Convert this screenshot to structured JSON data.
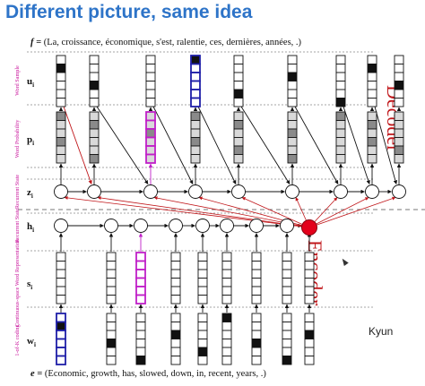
{
  "slide": {
    "title": "Different picture, same idea",
    "footnote": "Kyun"
  },
  "target_sentence": {
    "prefix": "f = ",
    "text": "(La, croissance, économique, s'est, ralentie, ces, dernières, années, .)"
  },
  "source_sentence": {
    "prefix": "e = ",
    "text": "(Economic, growth, has, slowed, down, in, recent, years, .)"
  },
  "sections": {
    "decoder": "Decoder",
    "encoder": "Encoder"
  },
  "rows": [
    {
      "id": "u",
      "symbol": "u",
      "sub": "i",
      "label": "Word Sample"
    },
    {
      "id": "p",
      "symbol": "p",
      "sub": "i",
      "label": "Word Probability"
    },
    {
      "id": "z",
      "symbol": "z",
      "sub": "i",
      "label": "Recurrent State"
    },
    {
      "id": "h",
      "symbol": "h",
      "sub": "i",
      "label": "Recurrent State"
    },
    {
      "id": "s",
      "symbol": "s",
      "sub": "i",
      "label": "Continuous-space Word Representation"
    },
    {
      "id": "w",
      "symbol": "w",
      "sub": "i",
      "label": "1-of-K coding"
    }
  ],
  "colors": {
    "title": "#2e74c8",
    "section_label": "#c0161a",
    "row_label": "#c8109a",
    "encoder_summary": "#e3001b",
    "highlight_blue": "#1f1fa8",
    "highlight_magenta": "#c020c8",
    "attention_arrow": "#c0161a",
    "ink": "#111111"
  },
  "decoder_steps": [
    {
      "u_filled": 1,
      "p_shades": [
        "dark",
        "light",
        "light",
        "dark",
        "light",
        "light"
      ]
    },
    {
      "u_filled": 3,
      "p_shades": [
        "light",
        "dark",
        "light",
        "light",
        "light",
        "dark"
      ]
    },
    {
      "u_filled": null,
      "p_shades": [
        "light",
        "light",
        "dark",
        "light",
        "light",
        "light"
      ],
      "highlight": "magenta"
    },
    {
      "u_filled": 0,
      "p_shades": [
        "dark",
        "light",
        "light",
        "dark",
        "light",
        "light"
      ],
      "highlight": "blue"
    },
    {
      "u_filled": 4,
      "p_shades": [
        "light",
        "dark",
        "light",
        "light",
        "dark",
        "light"
      ]
    },
    {
      "u_filled": 2,
      "p_shades": [
        "light",
        "light",
        "dark",
        "light",
        "light",
        "dark"
      ]
    },
    {
      "u_filled": 5,
      "p_shades": [
        "dark",
        "light",
        "light",
        "light",
        "light",
        "light"
      ]
    },
    {
      "u_filled": 1,
      "p_shades": [
        "light",
        "dark",
        "light",
        "dark",
        "light",
        "light"
      ]
    },
    {
      "u_filled": 3,
      "p_shades": [
        "light",
        "light",
        "light",
        "light",
        "dark",
        "light"
      ]
    }
  ],
  "encoder_steps": [
    {
      "w_filled": 1,
      "highlight": "blue"
    },
    {
      "w_filled": 3
    },
    {
      "w_filled": 5,
      "highlight": "magenta"
    },
    {
      "w_filled": 2
    },
    {
      "w_filled": 4
    },
    {
      "w_filled": 0
    },
    {
      "w_filled": 3
    },
    {
      "w_filled": 5
    },
    {
      "w_filled": 2
    }
  ]
}
